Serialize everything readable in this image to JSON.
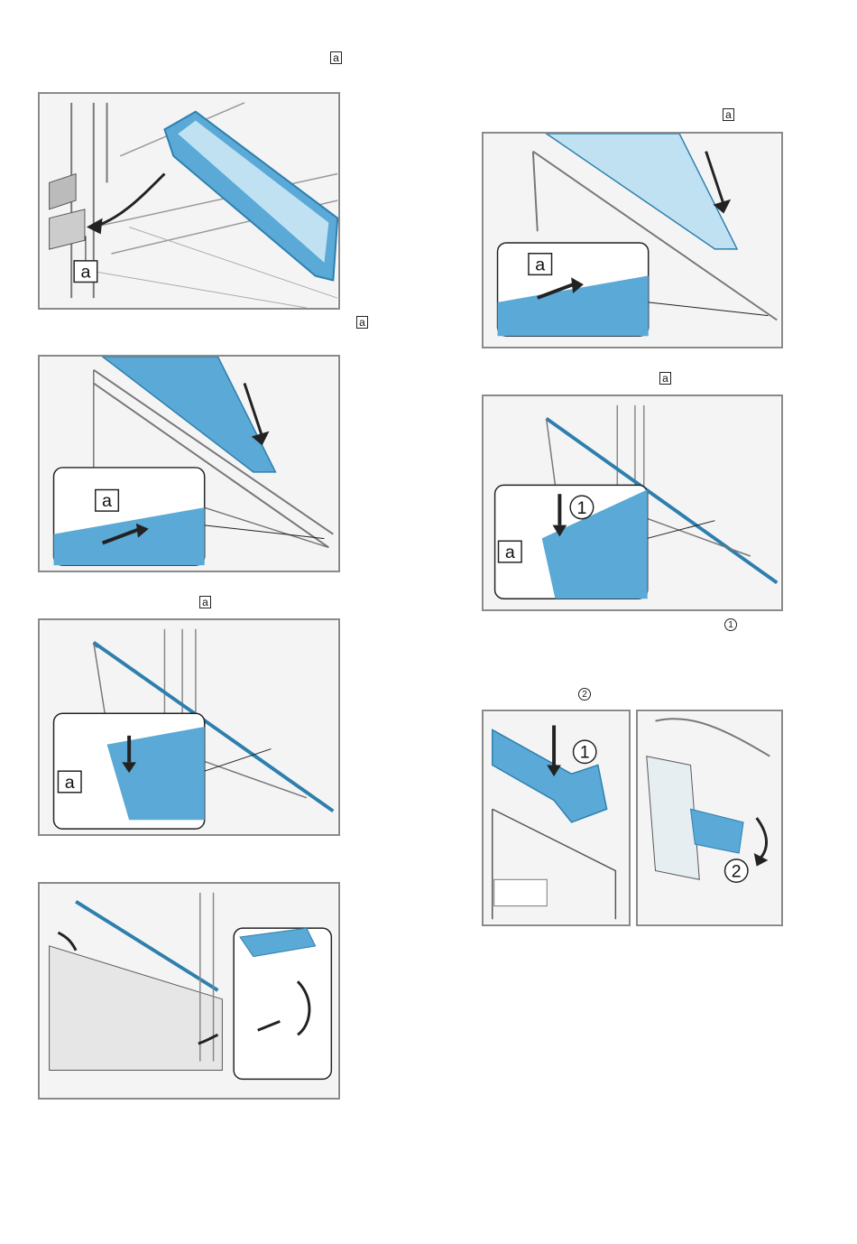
{
  "markers": {
    "a": "a",
    "one": "1",
    "two": "2"
  },
  "colors": {
    "glass_blue": "#5aa9d6",
    "glass_light": "#bfe1f2",
    "frame_gray": "#8a8a8a",
    "line": "#222222"
  },
  "icons": [
    "arrow-icon",
    "callout-label-a",
    "step-number-1",
    "step-number-2"
  ]
}
